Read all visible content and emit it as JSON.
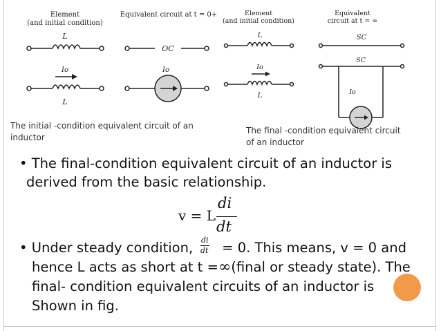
{
  "figure": {
    "left_panel": {
      "col1_header_line1": "Element",
      "col1_header_line2": "(and initial condition)",
      "col2_header": "Equivalent circuit at t = 0+",
      "label_L_top": "L",
      "label_oc": "OC",
      "label_Io_left": "Io",
      "label_L_bottom": "L",
      "label_Io_right": "Io"
    },
    "right_panel": {
      "col1_header_line1": "Element",
      "col1_header_line2": "(and initial condition)",
      "col2_header_line1": "Equivalent",
      "col2_header_line2": "circuit at t = ∞",
      "label_L_top": "L",
      "label_sc_top": "SC",
      "label_Io_left": "Io",
      "label_L_bottom": "L",
      "label_sc_box": "SC",
      "label_Io_box": "Io"
    },
    "caption_left_line1": "The initial -condition equivalent circuit of an",
    "caption_left_line2": "inductor",
    "caption_right_line1": "The final -condition equivalent circuit",
    "caption_right_line2": "of an inductor"
  },
  "bullets": {
    "b1_line1": "The final-condition equivalent circuit of an inductor is",
    "b1_line2": "derived from the basic relationship.",
    "formula_lhs": "v = L",
    "formula_num": "di",
    "formula_den": "dt",
    "b2_line1_a": "Under steady condition,",
    "b2_frac_num": "di",
    "b2_frac_den": "dt",
    "b2_line1_b": "= 0. This means, v = 0 and",
    "b2_line2_a": "hence  L acts as short at t =",
    "b2_infinity": "∞",
    "b2_line2_b": "(final or steady state). The",
    "b2_line3": "final- condition equivalent circuits of an inductor is",
    "b2_line4": "Shown in fig."
  },
  "colors": {
    "accent": "#f39a4a",
    "frame": "#c9c9c9"
  }
}
